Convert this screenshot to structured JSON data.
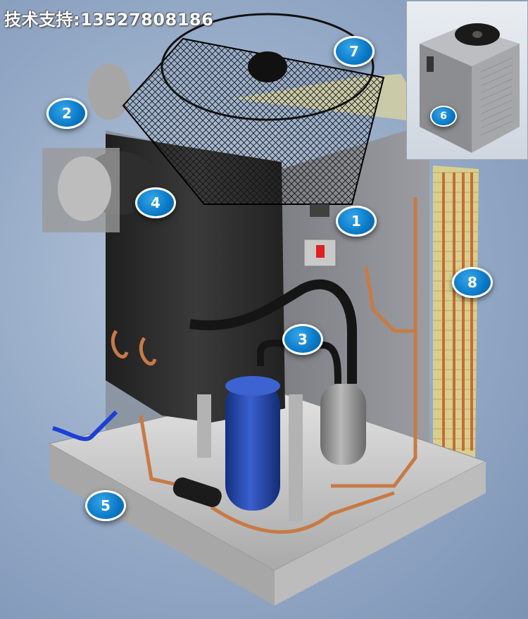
{
  "header": {
    "title": "技术支持:13527808186"
  },
  "callouts": [
    {
      "label": "1",
      "part": "electrical switch"
    },
    {
      "label": "2",
      "part": "inlet"
    },
    {
      "label": "3",
      "part": "receiver"
    },
    {
      "label": "4",
      "part": "heat exchanger"
    },
    {
      "label": "5",
      "part": "base frame"
    },
    {
      "label": "6",
      "part": "enclosure"
    },
    {
      "label": "7",
      "part": "fan"
    },
    {
      "label": "8",
      "part": "condenser coil"
    }
  ],
  "colors": {
    "callout": "#0a78c6",
    "copper": "#c87a45",
    "compressor": "#1f3fa0",
    "tank": "#8e8e8e",
    "exchanger": "#2b2b2b",
    "frame": "#c8c8c8"
  }
}
